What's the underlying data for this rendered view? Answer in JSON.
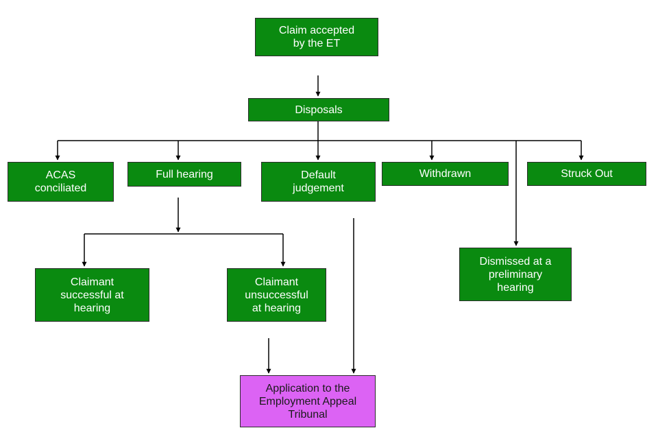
{
  "colors": {
    "node": "#0a8a10",
    "node_text": "#ffffff",
    "highlight": "#dc63f4",
    "highlight_text": "#1a1a1a",
    "connector": "#000000"
  },
  "nodes": {
    "claim_accepted": "Claim accepted\nby the ET",
    "disposals": "Disposals",
    "acas_conciliated": "ACAS\nconciliated",
    "full_hearing": "Full hearing",
    "default_judgement": "Default\njudgement",
    "withdrawn": "Withdrawn",
    "struck_out": "Struck Out",
    "claimant_successful": "Claimant\nsuccessful at\nhearing",
    "claimant_unsuccessful": "Claimant\nunsuccessful\nat hearing",
    "dismissed_preliminary": "Dismissed at a\npreliminary\nhearing",
    "application_eat": "Application to the\nEmployment Appeal\nTribunal"
  },
  "edges": [
    {
      "from": "claim_accepted",
      "to": "disposals"
    },
    {
      "from": "disposals",
      "to": "acas_conciliated"
    },
    {
      "from": "disposals",
      "to": "full_hearing"
    },
    {
      "from": "disposals",
      "to": "default_judgement"
    },
    {
      "from": "disposals",
      "to": "withdrawn"
    },
    {
      "from": "disposals",
      "to": "dismissed_preliminary"
    },
    {
      "from": "disposals",
      "to": "struck_out"
    },
    {
      "from": "full_hearing",
      "to": "claimant_successful"
    },
    {
      "from": "full_hearing",
      "to": "claimant_unsuccessful"
    },
    {
      "from": "claimant_unsuccessful",
      "to": "application_eat"
    },
    {
      "from": "default_judgement",
      "to": "application_eat"
    }
  ]
}
